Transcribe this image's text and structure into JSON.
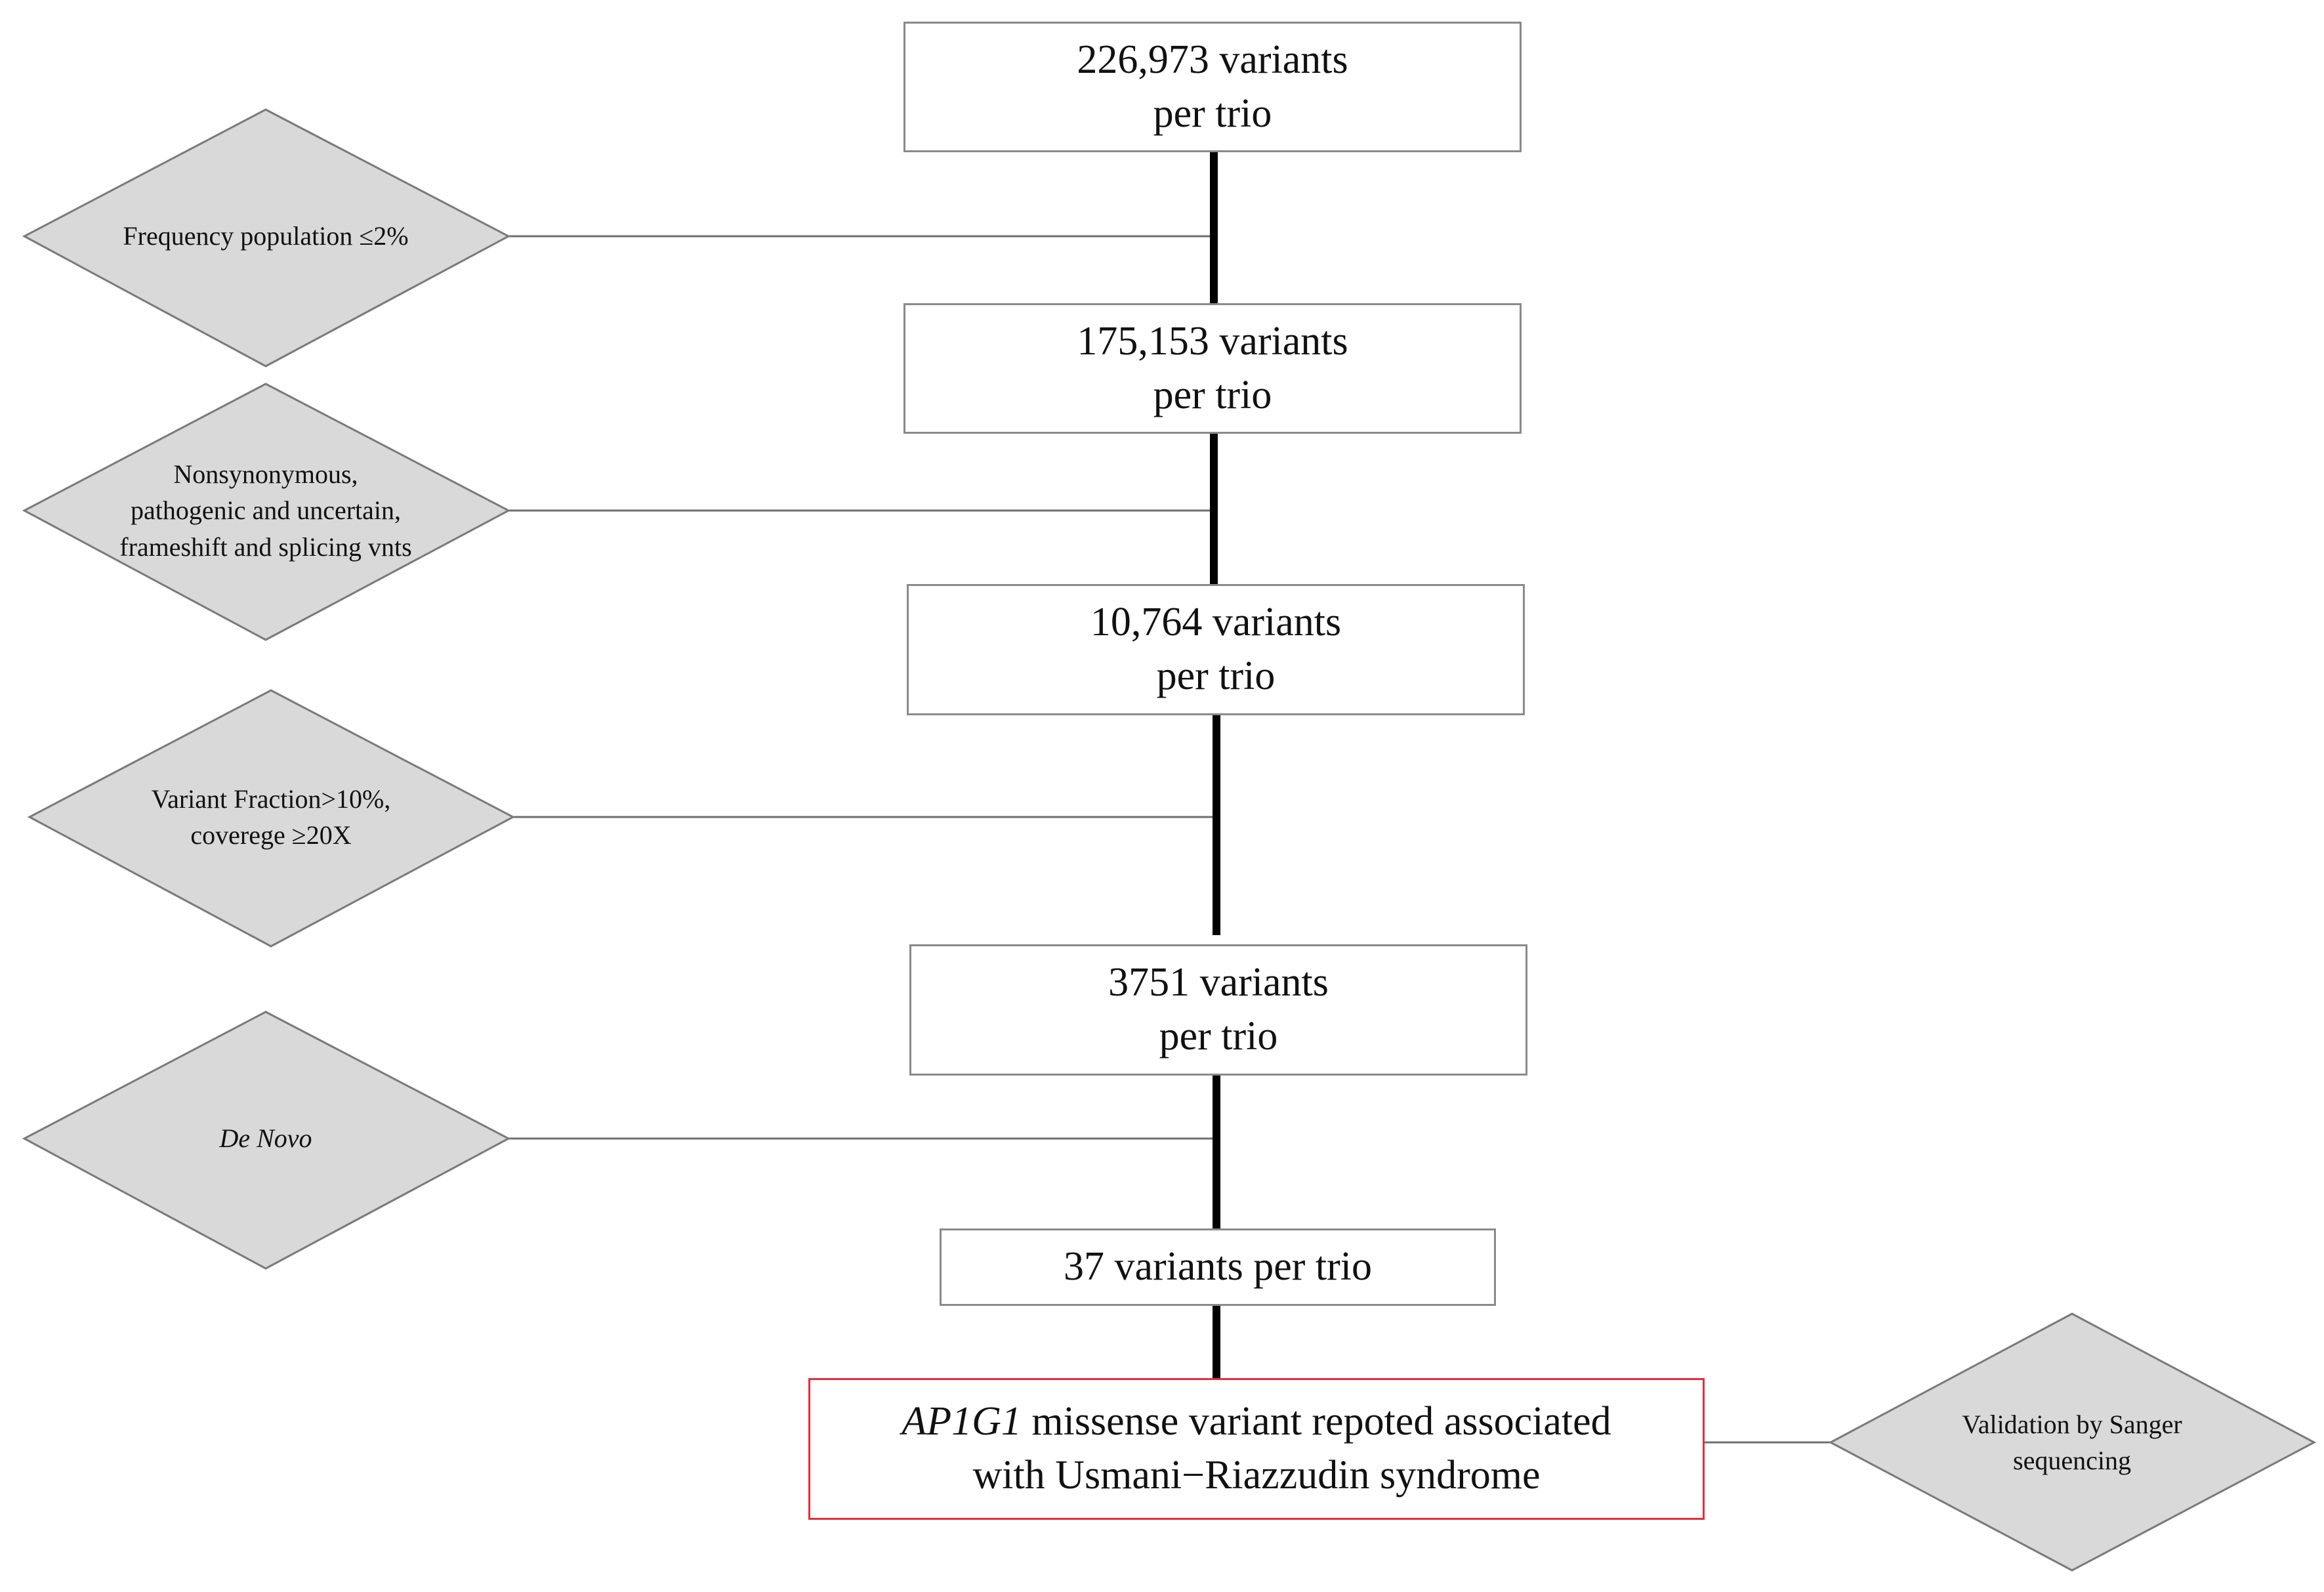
{
  "steps": [
    {
      "line1": "226,973 variants",
      "line2": "per trio"
    },
    {
      "line1": "175,153 variants",
      "line2": "per trio"
    },
    {
      "line1": "10,764 variants",
      "line2": "per trio"
    },
    {
      "line1": "3751 variants",
      "line2": "per trio"
    },
    {
      "line1": "37 variants per trio"
    }
  ],
  "final": {
    "gene": "AP1G1",
    "line1_rest": " missense variant repoted associated",
    "line2": "with Usmani−Riazzudin syndrome"
  },
  "filters": [
    {
      "lines": [
        "Frequency population ≤2%"
      ]
    },
    {
      "lines": [
        "Nonsynonymous,",
        "pathogenic and uncertain,",
        "frameshift and splicing vnts"
      ]
    },
    {
      "lines": [
        "Variant Fraction>10%,",
        "coverege ≥20X"
      ]
    },
    {
      "lines": [
        "De Novo"
      ]
    }
  ],
  "validation": {
    "lines": [
      "Validation by Sanger",
      "sequencing"
    ]
  },
  "colors": {
    "diamond_fill": "#d9d9d9",
    "diamond_stroke": "#7a7a7a",
    "box_border": "#8a8a8a",
    "final_border": "#e0303a",
    "spine": "#000000"
  }
}
